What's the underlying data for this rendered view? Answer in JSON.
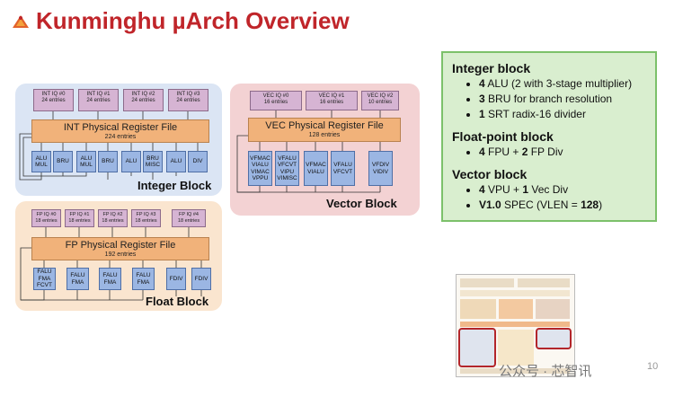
{
  "title": "Kunminghu µArch Overview",
  "colors": {
    "title": "#c0252a",
    "int_bg": "#dbe5f4",
    "vec_bg": "#f3d2d3",
    "float_bg": "#fae5cf",
    "iq": "#d6b4d3",
    "prf": "#f1b27a",
    "fu": "#9bb6e3",
    "info_bg": "#d9eecf",
    "info_border": "#7cc16a"
  },
  "integer_block": {
    "label": "Integer Block",
    "issue_queues": [
      {
        "name": "INT IQ #0",
        "entries": "24 entries"
      },
      {
        "name": "INT IQ #1",
        "entries": "24 entries"
      },
      {
        "name": "INT IQ #2",
        "entries": "24 entries"
      },
      {
        "name": "INT IQ #3",
        "entries": "24 entries"
      }
    ],
    "prf": {
      "title": "INT Physical Register File",
      "entries": "224 entries"
    },
    "units": [
      {
        "l1": "ALU",
        "l2": "MUL"
      },
      {
        "l1": "BRU",
        "l2": ""
      },
      {
        "l1": "ALU",
        "l2": "MUL"
      },
      {
        "l1": "BRU",
        "l2": ""
      },
      {
        "l1": "ALU",
        "l2": ""
      },
      {
        "l1": "BRU",
        "l2": "MISC"
      },
      {
        "l1": "ALU",
        "l2": ""
      },
      {
        "l1": "DIV",
        "l2": ""
      }
    ]
  },
  "vector_block": {
    "label": "Vector Block",
    "issue_queues": [
      {
        "name": "VEC IQ #0",
        "entries": "16 entries"
      },
      {
        "name": "VEC IQ #1",
        "entries": "16 entries"
      },
      {
        "name": "VEC IQ #2",
        "entries": "10 entries"
      }
    ],
    "prf": {
      "title": "VEC Physical Register File",
      "entries": "128 entries"
    },
    "units": [
      {
        "l1": "VFMAC",
        "l2": "VIALU",
        "l3": "VIMAC",
        "l4": "VPPU"
      },
      {
        "l1": "VFALU",
        "l2": "VFCVT",
        "l3": "VIPU",
        "l4": "VIMISC"
      },
      {
        "l1": "VFMAC",
        "l2": "VIALU",
        "l3": "",
        "l4": ""
      },
      {
        "l1": "VFALU",
        "l2": "VFCVT",
        "l3": "",
        "l4": ""
      },
      {
        "l1": "VFDIV",
        "l2": "VIDIV",
        "l3": "",
        "l4": ""
      }
    ]
  },
  "float_block": {
    "label": "Float Block",
    "issue_queues": [
      {
        "name": "FP IQ #0",
        "entries": "18 entries"
      },
      {
        "name": "FP IQ #1",
        "entries": "18 entries"
      },
      {
        "name": "FP IQ #2",
        "entries": "18 entries"
      },
      {
        "name": "FP IQ #3",
        "entries": "18 entries"
      },
      {
        "name": "FP IQ #4",
        "entries": "18 entries"
      }
    ],
    "prf": {
      "title": "FP Physical Register File",
      "entries": "192 entries"
    },
    "units": [
      {
        "l1": "FALU",
        "l2": "FMA",
        "l3": "FCVT"
      },
      {
        "l1": "FALU",
        "l2": "FMA",
        "l3": ""
      },
      {
        "l1": "FALU",
        "l2": "FMA",
        "l3": ""
      },
      {
        "l1": "FALU",
        "l2": "FMA",
        "l3": ""
      },
      {
        "l1": "FDIV",
        "l2": "",
        "l3": ""
      },
      {
        "l1": "FDIV",
        "l2": "",
        "l3": ""
      }
    ]
  },
  "info": {
    "integer": {
      "heading": "Integer block",
      "items": [
        {
          "num": "4",
          "text": " ALU (2 with 3-stage multiplier)"
        },
        {
          "num": "3",
          "text": " BRU for branch resolution"
        },
        {
          "num": "1",
          "text": " SRT radix-16 divider"
        }
      ]
    },
    "float": {
      "heading": "Float-point block",
      "item": {
        "n1": "4",
        "t1": " FPU + ",
        "n2": "2",
        "t2": " FP Div"
      }
    },
    "vector": {
      "heading": "Vector block",
      "item1": {
        "n1": "4",
        "t1": " VPU + ",
        "n2": "1",
        "t2": " Vec Div"
      },
      "item2": {
        "b1": "V1.0",
        "t1": " SPEC (VLEN = ",
        "b2": "128",
        "t2": ")"
      }
    }
  },
  "watermark": "公众号 · 芯智讯",
  "page_number": "10"
}
